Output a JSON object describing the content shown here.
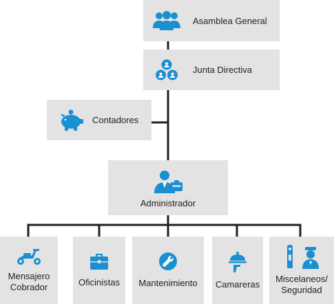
{
  "colors": {
    "box_bg": "#e3e3e3",
    "connector": "#1f1f1f",
    "icon": "#1a8fd1"
  },
  "nodes": {
    "asamblea": {
      "label": "Asamblea General",
      "icon": "people-group-icon"
    },
    "junta": {
      "label": "Junta Directiva",
      "icon": "board-circle-icon"
    },
    "contadores": {
      "label": "Contadores",
      "icon": "piggy-bank-icon"
    },
    "administrador": {
      "label": "Administrador",
      "icon": "manager-briefcase-icon"
    },
    "mensajero": {
      "label": "Mensajero\nCobrador",
      "icon": "scooter-icon"
    },
    "oficinistas": {
      "label": "Oficinistas",
      "icon": "briefcase-icon"
    },
    "mantenimiento": {
      "label": "Mantenimiento",
      "icon": "wrench-icon"
    },
    "camareras": {
      "label": "Camareras",
      "icon": "serving-tray-icon"
    },
    "miscelaneos": {
      "label": "Miscelaneos/\nSeguridad",
      "icon": "security-guard-icon"
    }
  }
}
